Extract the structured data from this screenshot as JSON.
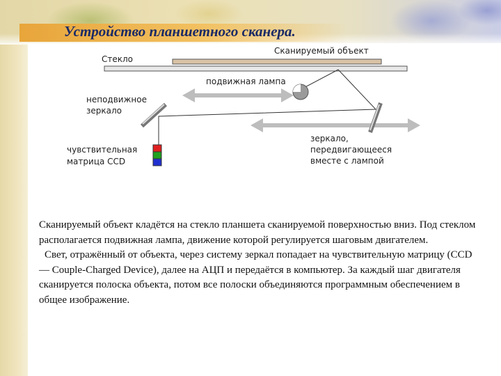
{
  "slide": {
    "title": "Устройство планшетного сканера.",
    "diagram": {
      "labels": {
        "glass": "Стекло",
        "scanned_object": "Сканируемый объект",
        "moving_lamp": "подвижная лампа",
        "fixed_mirror_line1": "неподвижное",
        "fixed_mirror_line2": "зеркало",
        "ccd_line1": "чувствительная",
        "ccd_line2": "матрица CCD",
        "moving_mirror_line1": "зеркало,",
        "moving_mirror_line2": "передвигающееся",
        "moving_mirror_line3": "вместе с лампой"
      },
      "ccd_colors": [
        "#e02020",
        "#20a020",
        "#2030d0"
      ]
    },
    "paragraphs": [
      "Сканируемый объект кладётся на стекло планшета сканируемой поверхностью вниз. Под стеклом располагается подвижная лампа, движение которой регулируется шаговым двигателем.",
      "Свет, отражённый от объекта, через систему зеркал попадает на чувствительную матрицу (CCD — Couple-Charged Device), далее на АЦП и передаётся в компьютер. За каждый шаг двигателя сканируется полоска объекта, потом все полоски объединяются программным обеспечением в общее изображение."
    ]
  }
}
